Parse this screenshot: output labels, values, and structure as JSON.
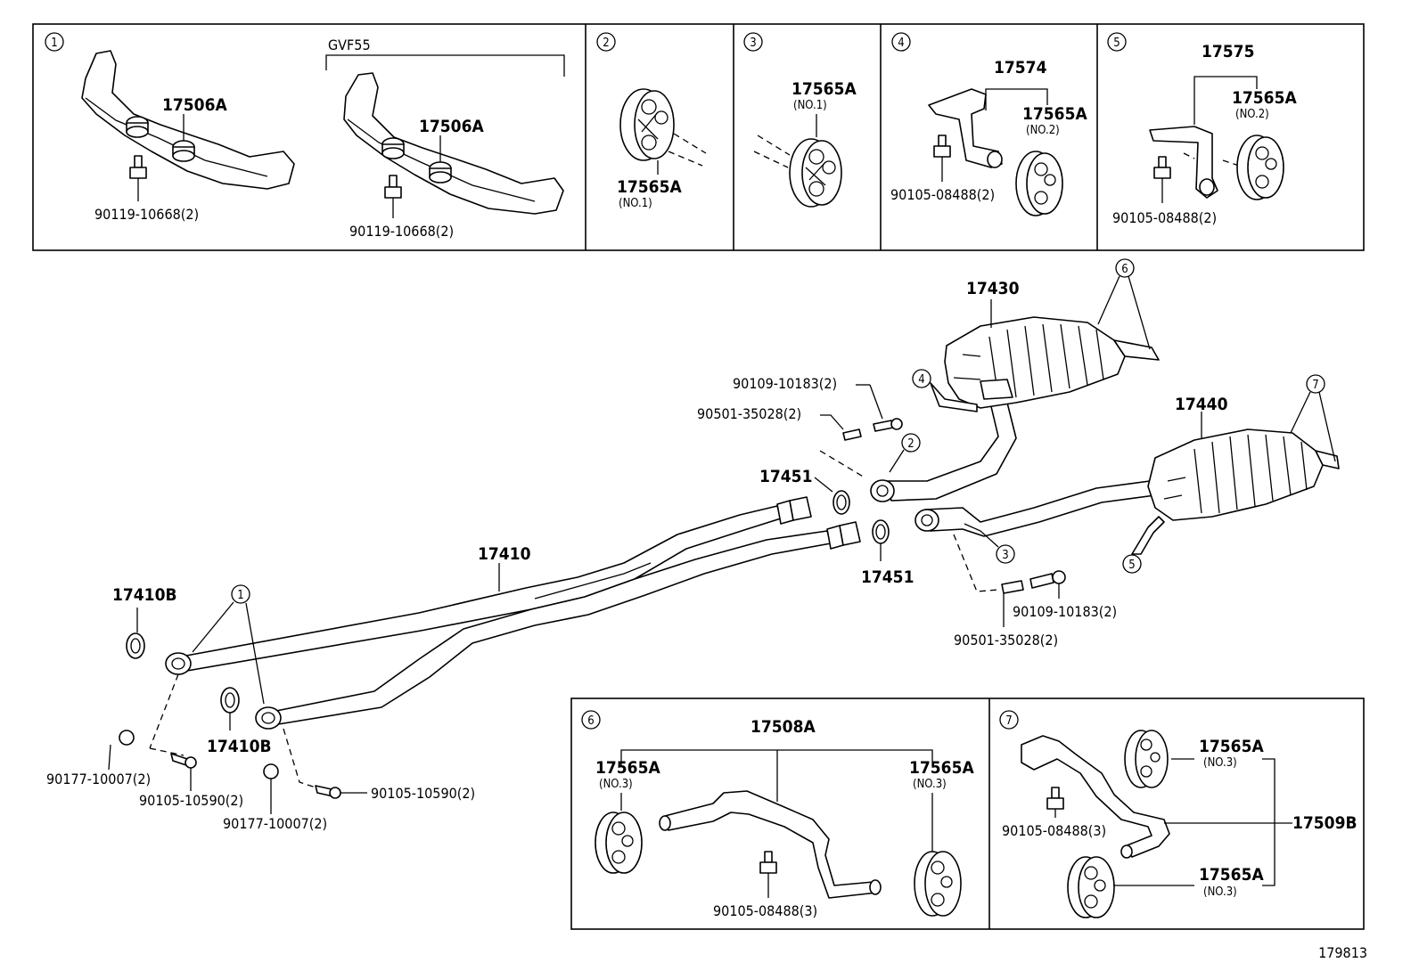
{
  "diagram_id": "179813",
  "insets": {
    "1": {
      "circle": "1",
      "variant": "GVF55",
      "part_a": "17506A",
      "part_b": "17506A",
      "bolt_a": "90119-10668(2)",
      "bolt_b": "90119-10668(2)"
    },
    "2": {
      "circle": "2",
      "part": "17565A",
      "note": "(NO.1)"
    },
    "3": {
      "circle": "3",
      "part": "17565A",
      "note": "(NO.1)"
    },
    "4": {
      "circle": "4",
      "part_main": "17574",
      "part_sub": "17565A",
      "note": "(NO.2)",
      "bolt": "90105-08488(2)"
    },
    "5": {
      "circle": "5",
      "part_main": "17575",
      "part_sub": "17565A",
      "note": "(NO.2)",
      "bolt": "90105-08488(2)"
    },
    "6": {
      "circle": "6",
      "part_main": "17508A",
      "left_part": "17565A",
      "left_note": "(NO.3)",
      "right_part": "17565A",
      "right_note": "(NO.3)",
      "bolt": "90105-08488(3)"
    },
    "7": {
      "circle": "7",
      "top_part": "17565A",
      "top_note": "(NO.3)",
      "bracket": "17509B",
      "bottom_part": "17565A",
      "bottom_note": "(NO.3)",
      "bolt": "90105-08488(3)"
    }
  },
  "main": {
    "front_pipe": "17410",
    "gasket_a": "17410B",
    "gasket_b": "17410B",
    "nut_a": "90177-10007(2)",
    "nut_b": "90177-10007(2)",
    "bolt_a": "90105-10590(2)",
    "bolt_b": "90105-10590(2)",
    "gasket_c": "17451",
    "gasket_d": "17451",
    "muffler_right": "17430",
    "muffler_left": "17440",
    "bolt_upper": "90109-10183(2)",
    "spring_upper": "90501-35028(2)",
    "bolt_lower": "90109-10183(2)",
    "spring_lower": "90501-35028(2)",
    "callouts": [
      "1",
      "2",
      "3",
      "4",
      "5",
      "6",
      "7"
    ]
  }
}
